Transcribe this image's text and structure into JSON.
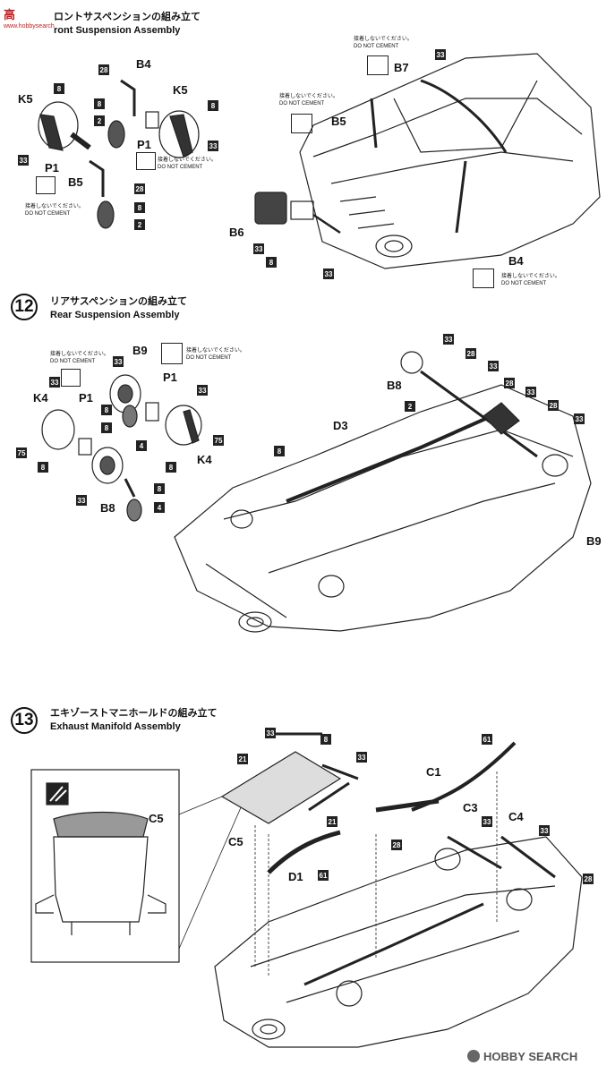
{
  "watermark_top": "高",
  "watermark_top_site": "www.hobbysearch",
  "sections": {
    "front": {
      "title_jp": "ロントサスペンションの組み立て",
      "title_en": "ront Suspension Assembly"
    },
    "rear": {
      "number": "12",
      "title_jp": "リアサスペンションの組み立て",
      "title_en": "Rear Suspension Assembly"
    },
    "exhaust": {
      "number": "13",
      "title_jp": "エキゾーストマニホールドの組み立て",
      "title_en": "Exhaust Manifold Assembly"
    }
  },
  "notes": {
    "jp": "接着しないでください。",
    "en": "DO NOT CEMENT"
  },
  "parts": {
    "B4": "B4",
    "B5": "B5",
    "B6": "B6",
    "B7": "B7",
    "B8": "B8",
    "B9": "B9",
    "K4": "K4",
    "K5": "K5",
    "P1": "P1",
    "D1": "D1",
    "D3": "D3",
    "C1": "C1",
    "C3": "C3",
    "C4": "C4",
    "C5": "C5"
  },
  "part_numbers": {
    "n2": "2",
    "n4": "4",
    "n8": "8",
    "n21": "21",
    "n28": "28",
    "n33": "33",
    "n61": "61",
    "n75": "75"
  },
  "footer": {
    "logo": "HOBBY SEARCH"
  }
}
